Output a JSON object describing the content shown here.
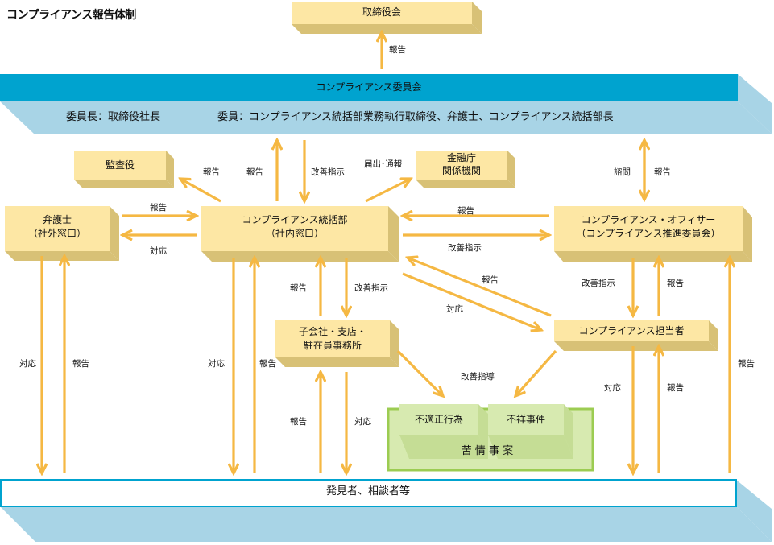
{
  "title": "コンプライアンス報告体制",
  "nodes": {
    "board": "取締役会",
    "committee": "コンプライアンス委員会",
    "committee_chair": "委員長：取締役社長",
    "committee_members": "委員：コンプライアンス統括部業務執行取締役、弁護士、コンプライアンス統括部長",
    "auditor": "監査役",
    "fsa_line1": "金融庁",
    "fsa_line2": "関係機関",
    "lawyer_line1": "弁護士",
    "lawyer_line2": "（社外窓口）",
    "dept_line1": "コンプライアンス統括部",
    "dept_line2": "（社内窓口）",
    "officer_line1": "コンプライアンス・オフィサー",
    "officer_line2": "（コンプライアンス推進委員会）",
    "subsidiary_line1": "子会社・支店・",
    "subsidiary_line2": "駐在員事務所",
    "manager": "コンプライアンス担当者",
    "misconduct": "不適正行為",
    "incident": "不祥事件",
    "complaint": "苦 情 事 案",
    "reporters": "発見者、相談者等"
  },
  "edge_labels": {
    "report": "報告",
    "improve": "改善指示",
    "notify": "届出･通報",
    "consult": "諮問",
    "respond": "対応",
    "improve_guide": "改善指導"
  },
  "colors": {
    "box_face": "#fde7a4",
    "box_side": "#d8c176",
    "arrow": "#f5b843",
    "committee_bar": "#00a3cf",
    "band": "#a8d4e6",
    "green_panel": "#d7eab0",
    "green_border": "#9ccc52"
  }
}
